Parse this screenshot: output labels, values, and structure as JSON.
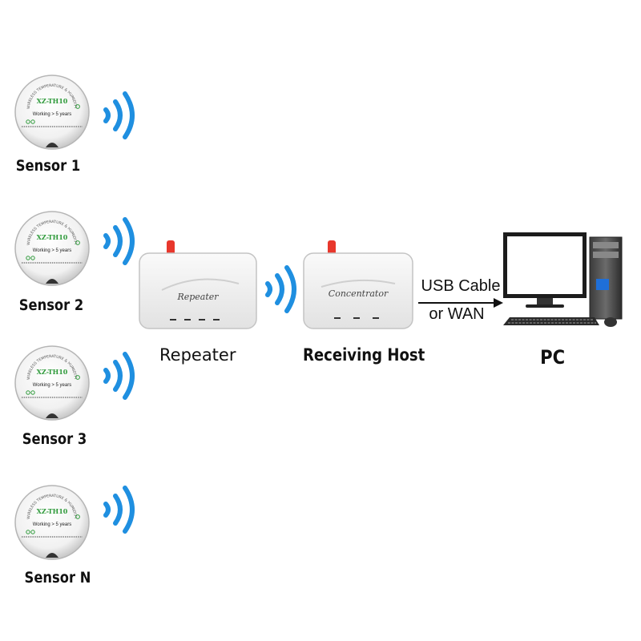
{
  "sensors": [
    {
      "label": "Sensor 1",
      "model": "XZ-TH10",
      "rating": "Working > 5 years",
      "arc_text": "WIRELESS TEMPERATURE & HUMIDITY SENSOR"
    },
    {
      "label": "Sensor 2",
      "model": "XZ-TH10",
      "rating": "Working > 5 years",
      "arc_text": "WIRELESS TEMPERATURE & HUMIDITY SENSOR"
    },
    {
      "label": "Sensor 3",
      "model": "XZ-TH10",
      "rating": "Working > 5 years",
      "arc_text": "WIRELESS TEMPERATURE & HUMIDITY SENSOR"
    },
    {
      "label": "Sensor N",
      "model": "XZ-TH10",
      "rating": "Working > 5 years",
      "arc_text": "WIRELESS TEMPERATURE & HUMIDITY SENSOR"
    }
  ],
  "repeater": {
    "label": "Repeater",
    "device_text": "Repeater"
  },
  "host": {
    "label": "Receiving Host",
    "device_text": "Concentrator"
  },
  "link": {
    "line1": "USB Cable",
    "line2": "or WAN"
  },
  "pc": {
    "label": "PC"
  },
  "colors": {
    "wifi": "#1f8fe0",
    "antenna": "#e8372c",
    "device_body": "#f3f3f3",
    "model_text": "#2e9a3a"
  }
}
